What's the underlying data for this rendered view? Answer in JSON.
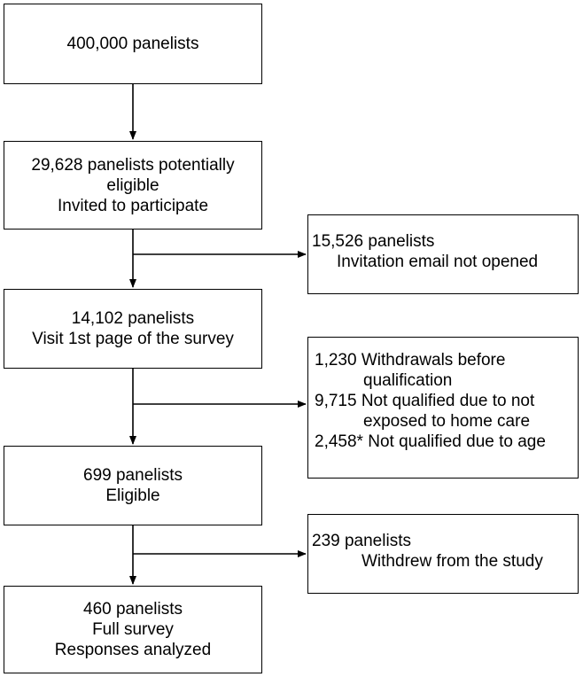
{
  "main_boxes": [
    {
      "lines": [
        "400,000 panelists"
      ]
    },
    {
      "lines": [
        "29,628 panelists potentially",
        "eligible",
        "Invited to participate"
      ]
    },
    {
      "lines": [
        "14,102 panelists",
        "Visit 1st page of the survey"
      ]
    },
    {
      "lines": [
        "699 panelists",
        "Eligible"
      ]
    },
    {
      "lines": [
        "460 panelists",
        "Full survey",
        "Responses analyzed"
      ]
    }
  ],
  "side_boxes": [
    {
      "lines": [
        "15,526 panelists",
        "Invitation email not opened"
      ]
    },
    {
      "lines": [
        "1,230 Withdrawals before",
        "qualification",
        "9,715 Not qualified due to not",
        "exposed to home care",
        "2,458* Not qualified due to age"
      ]
    },
    {
      "lines": [
        "239 panelists",
        "Withdrew from the study"
      ]
    }
  ]
}
